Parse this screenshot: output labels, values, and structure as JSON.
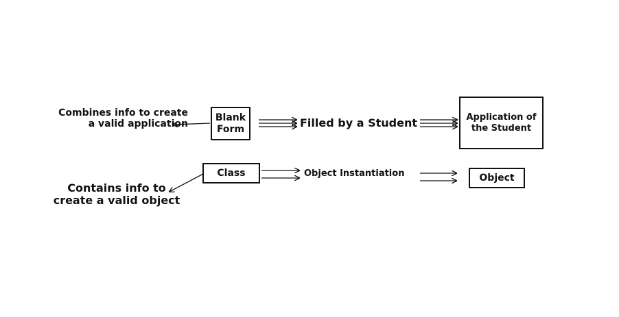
{
  "row1": {
    "left_note_line1": "Combines info to create",
    "left_note_line2": "a valid application",
    "box_line1": "Blank",
    "box_line2": "Form",
    "middle_label": "Filled by a Student",
    "result_line1": "Application of",
    "result_line2": "the Student"
  },
  "row2": {
    "left_note_line1": "Contains info to",
    "left_note_line2": "create a valid object",
    "box_label": "Class",
    "middle_label": "Object Instantiation",
    "result_label": "Object"
  },
  "colors": {
    "ink": "#111111",
    "background": "#ffffff"
  }
}
